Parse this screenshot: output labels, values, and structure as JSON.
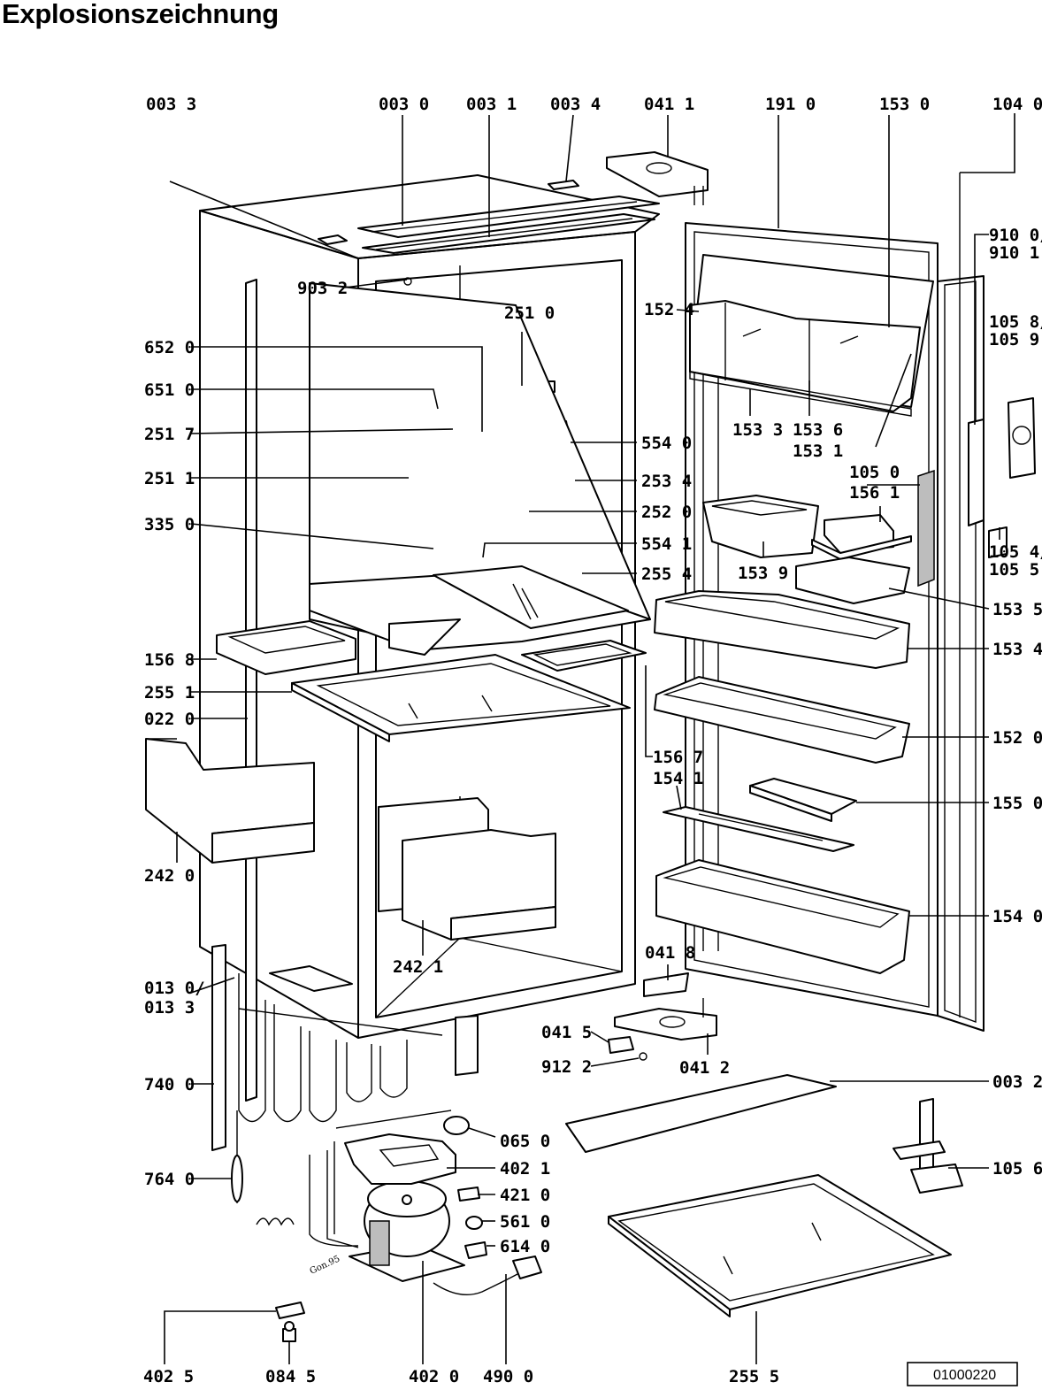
{
  "title": "Explosionszeichnung",
  "document_number": "01000220",
  "signature": "Gon.95",
  "labels": [
    {
      "id": "0033",
      "text": "003 3"
    },
    {
      "id": "0030",
      "text": "003 0"
    },
    {
      "id": "0031",
      "text": "003 1"
    },
    {
      "id": "0034",
      "text": "003 4"
    },
    {
      "id": "0411",
      "text": "041 1"
    },
    {
      "id": "1910",
      "text": "191 0"
    },
    {
      "id": "1530",
      "text": "153 0"
    },
    {
      "id": "1040",
      "text": "104 0"
    },
    {
      "id": "9100a",
      "text": "910 0/"
    },
    {
      "id": "9101",
      "text": "910 1"
    },
    {
      "id": "1058a",
      "text": "105 8/"
    },
    {
      "id": "1059",
      "text": "105 9"
    },
    {
      "id": "9032",
      "text": "903 2"
    },
    {
      "id": "6520",
      "text": "652 0"
    },
    {
      "id": "6510",
      "text": "651 0"
    },
    {
      "id": "2517",
      "text": "251 7"
    },
    {
      "id": "2511",
      "text": "251 1"
    },
    {
      "id": "3350",
      "text": "335 0"
    },
    {
      "id": "2510",
      "text": "251 0"
    },
    {
      "id": "5540",
      "text": "554 0"
    },
    {
      "id": "2534",
      "text": "253 4"
    },
    {
      "id": "2520",
      "text": "252 0"
    },
    {
      "id": "5541",
      "text": "554 1"
    },
    {
      "id": "2554",
      "text": "255 4"
    },
    {
      "id": "1524",
      "text": "152 4"
    },
    {
      "id": "1533",
      "text": "153 3"
    },
    {
      "id": "1536",
      "text": "153 6"
    },
    {
      "id": "1531",
      "text": "153 1"
    },
    {
      "id": "1050",
      "text": "105 0"
    },
    {
      "id": "1561",
      "text": "156 1"
    },
    {
      "id": "1539",
      "text": "153 9"
    },
    {
      "id": "1054a",
      "text": "105 4/"
    },
    {
      "id": "1055",
      "text": "105 5"
    },
    {
      "id": "1535",
      "text": "153 5"
    },
    {
      "id": "1534",
      "text": "153 4"
    },
    {
      "id": "1568",
      "text": "156 8"
    },
    {
      "id": "2551",
      "text": "255 1"
    },
    {
      "id": "0220",
      "text": "022 0"
    },
    {
      "id": "1567",
      "text": "156 7"
    },
    {
      "id": "1541",
      "text": "154 1"
    },
    {
      "id": "1520",
      "text": "152 0"
    },
    {
      "id": "1550",
      "text": "155 0"
    },
    {
      "id": "2420",
      "text": "242 0"
    },
    {
      "id": "2421",
      "text": "242 1"
    },
    {
      "id": "1540",
      "text": "154 0"
    },
    {
      "id": "0418",
      "text": "041 8"
    },
    {
      "id": "0130a",
      "text": "013 0/"
    },
    {
      "id": "0133",
      "text": "013 3"
    },
    {
      "id": "0415",
      "text": "041 5"
    },
    {
      "id": "9122",
      "text": "912 2"
    },
    {
      "id": "0412",
      "text": "041 2"
    },
    {
      "id": "0032",
      "text": "003 2"
    },
    {
      "id": "7400",
      "text": "740 0"
    },
    {
      "id": "0650",
      "text": "065 0"
    },
    {
      "id": "4021",
      "text": "402 1"
    },
    {
      "id": "1056",
      "text": "105 6"
    },
    {
      "id": "7640",
      "text": "764 0"
    },
    {
      "id": "4210",
      "text": "421 0"
    },
    {
      "id": "5610",
      "text": "561 0"
    },
    {
      "id": "6140",
      "text": "614 0"
    },
    {
      "id": "4025",
      "text": "402 5"
    },
    {
      "id": "0845",
      "text": "084 5"
    },
    {
      "id": "4020",
      "text": "402 0"
    },
    {
      "id": "4900",
      "text": "490 0"
    },
    {
      "id": "2555",
      "text": "255 5"
    }
  ]
}
